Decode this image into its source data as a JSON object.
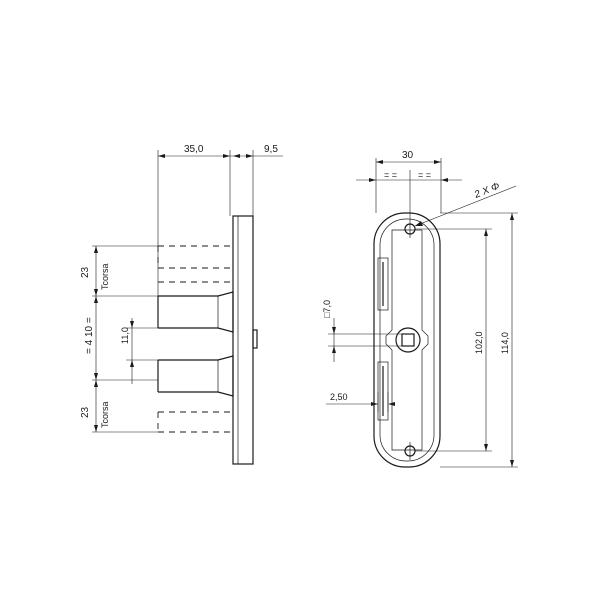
{
  "side_view": {
    "dim_top_left": "35,0",
    "dim_top_right": "9,5",
    "dim_upper_23": "23",
    "dim_upper_corsa": "Tcorsa",
    "dim_middle_410": "= 4 10 =",
    "dim_small_110": "11,0",
    "dim_lower_23": "23",
    "dim_lower_corsa": "Tcorsa"
  },
  "front_view": {
    "dim_width_30": "30",
    "dim_small_left": "= =",
    "dim_small_right": "= =",
    "dim_holes": "2 X Φ",
    "dim_square": "□7,0",
    "dim_250": "2,50",
    "dim_1020": "102,0",
    "dim_1140": "114,0"
  }
}
